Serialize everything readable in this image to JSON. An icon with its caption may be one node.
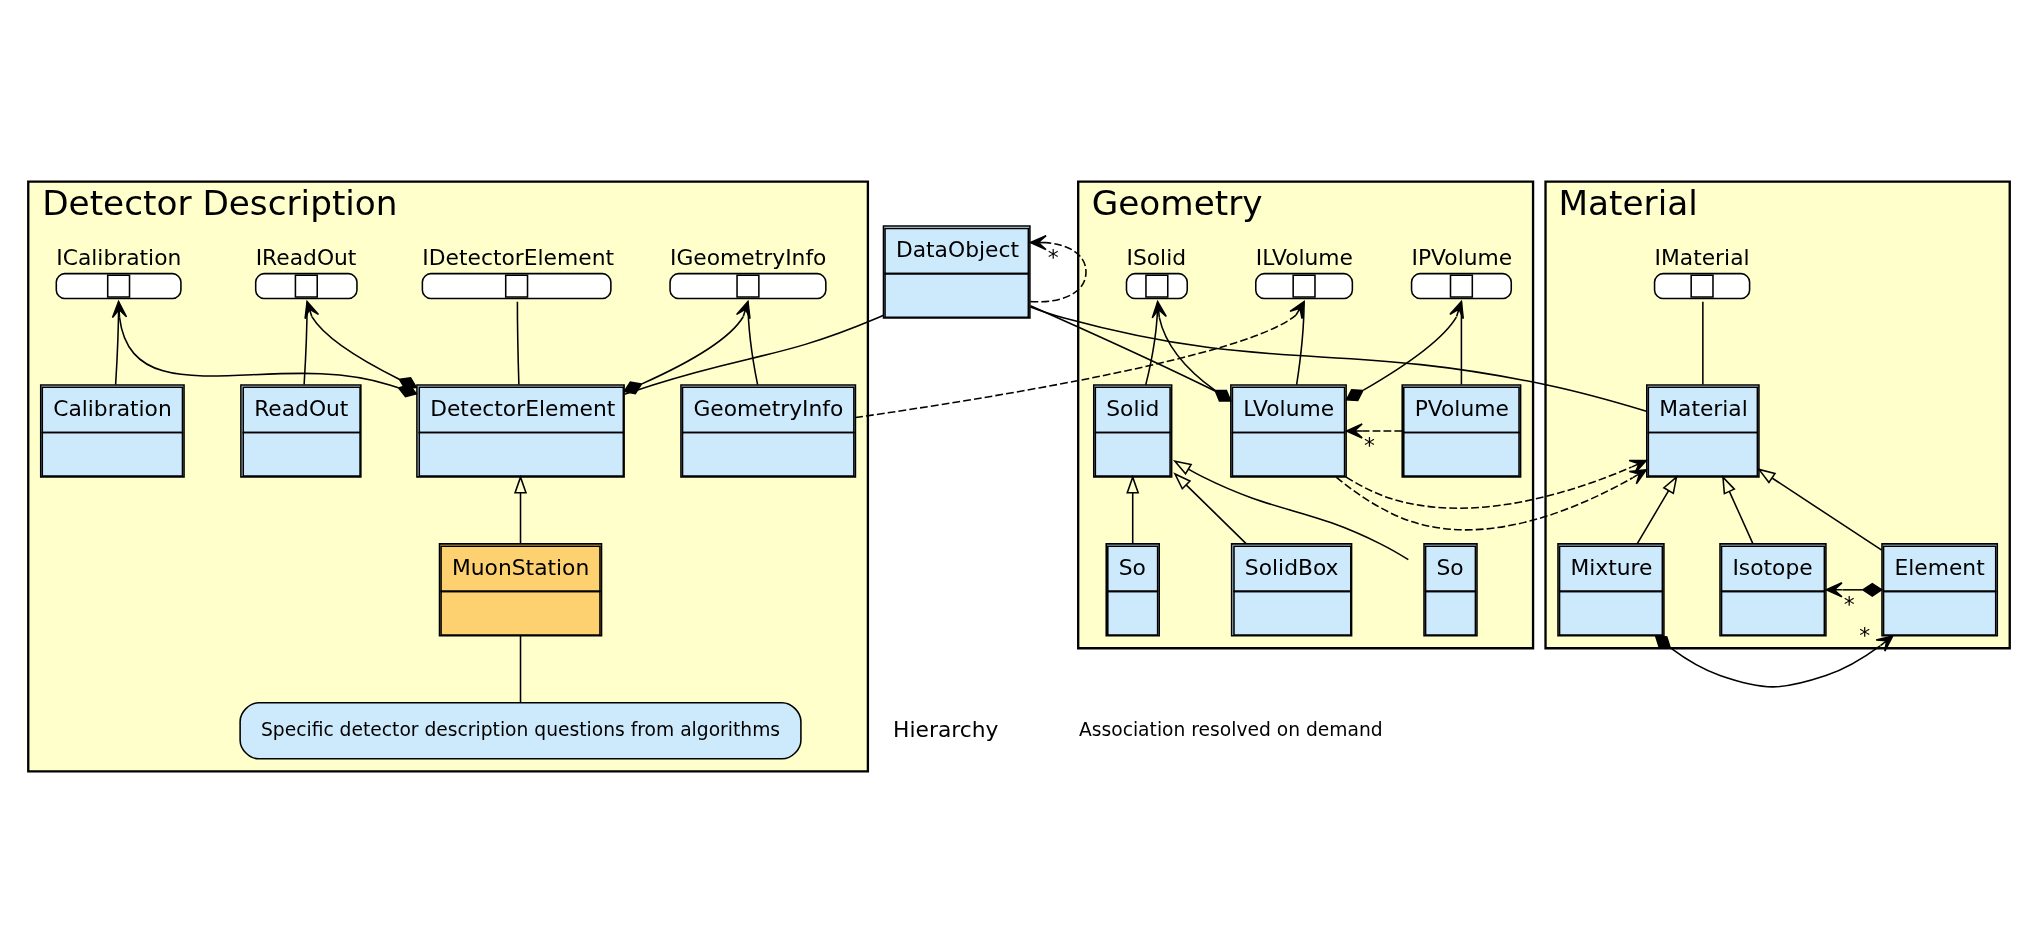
{
  "diagram": {
    "nodes": [
      {
        "text": [
          "DataObject"
        ]
      },
      {
        "text": [
          "Detector Description"
        ]
      },
      {
        "text": [
          "IDetectorElement"
        ],
        "in": 1
      },
      {
        "text": [
          "DetectorElement"
        ],
        "in": 1
      },
      {
        "text": [
          "IGeometryInfo"
        ],
        "in": 1
      },
      {
        "text": [
          "GeometryInfo"
        ],
        "in": 1
      },
      {
        "text": [
          "IReadOut"
        ],
        "in": 1
      },
      {
        "text": [
          "ReadOut"
        ],
        "in": 1
      },
      {
        "text": [
          "ICalibration"
        ],
        "in": 1
      },
      {
        "text": [
          "Calibration"
        ],
        "in": 1
      },
      {
        "text": [
          "MuonStation"
        ],
        "in": 1
      },
      {
        "text": [
          "Specific detector description questions from algorithms"
        ],
        "in": 1
      },
      {
        "text": [
          "Geometry"
        ]
      },
      {
        "text": [
          "ILVolume"
        ],
        "in": 12
      },
      {
        "text": [
          "LVolume"
        ],
        "in": 12
      },
      {
        "text": [
          "ISolid"
        ],
        "in": 12
      },
      {
        "text": [
          "IPVolume"
        ],
        "in": 12
      },
      {
        "text": [
          "Solid"
        ],
        "in": 12
      },
      {
        "text": [
          "PVolume"
        ],
        "in": 12
      },
      {
        "text": [
          "So"
        ],
        "in": 12
      },
      {
        "text": [
          "So"
        ],
        "in": 12
      },
      {
        "text": [
          "SolidBox"
        ],
        "in": 12
      },
      {
        "text": [
          "Material"
        ]
      },
      {
        "text": [
          "Material"
        ],
        "in": 22
      },
      {
        "text": [
          "IMaterial"
        ],
        "in": 22
      },
      {
        "text": [
          "Mixture"
        ],
        "in": 22
      },
      {
        "text": [
          "Element"
        ],
        "in": 22
      },
      {
        "text": [
          "Isotope"
        ],
        "in": 22
      }
    ],
    "edges": [
      {
        "from": 0,
        "to": 0,
        "arrow": "to",
        "style": "dashed",
        "label": "*"
      },
      {
        "from": 3,
        "to": 0,
        "arrow": "none"
      },
      {
        "from": 14,
        "to": 0,
        "arrow": "none"
      },
      {
        "from": 23,
        "to": 0,
        "arrow": "none"
      },
      {
        "from": 3,
        "to": 2,
        "arrow": "none"
      },
      {
        "from": 3,
        "to": 4,
        "arrow": "to"
      },
      {
        "from": 5,
        "to": 4,
        "arrow": "none"
      },
      {
        "from": 3,
        "to": 6,
        "arrow": "to"
      },
      {
        "from": 7,
        "to": 6,
        "arrow": "none"
      },
      {
        "from": 3,
        "to": 8,
        "arrow": "to"
      },
      {
        "from": 9,
        "to": 8,
        "arrow": "none"
      },
      {
        "from": 10,
        "to": 3,
        "arrow": "to"
      },
      {
        "from": 11,
        "to": 10,
        "arrow": "none"
      },
      {
        "from": 5,
        "to": 13,
        "arrow": "to",
        "style": "dashed"
      },
      {
        "from": 14,
        "to": 13,
        "arrow": "none"
      },
      {
        "from": 14,
        "to": 23,
        "arrow": "to",
        "style": "dashed"
      },
      {
        "from": 14,
        "to": 15,
        "arrow": "to"
      },
      {
        "from": 14,
        "to": 16,
        "arrow": "to"
      },
      {
        "from": 18,
        "to": 16,
        "arrow": "none"
      },
      {
        "from": 18,
        "to": 14,
        "arrow": "to",
        "style": "dashed",
        "label": "*"
      },
      {
        "from": 17,
        "to": 15,
        "arrow": "none"
      },
      {
        "from": 19,
        "to": 17,
        "arrow": "to"
      },
      {
        "from": 20,
        "to": 17,
        "arrow": "to"
      },
      {
        "from": 21,
        "to": 17,
        "arrow": "to"
      },
      {
        "from": 23,
        "to": 24,
        "arrow": "none"
      },
      {
        "from": 25,
        "to": 23,
        "arrow": "to"
      },
      {
        "from": 26,
        "to": 23,
        "arrow": "to"
      },
      {
        "from": 27,
        "to": 23,
        "arrow": "to"
      },
      {
        "from": 25,
        "to": 26,
        "arrow": "to",
        "label": "*"
      },
      {
        "from": 26,
        "to": 27,
        "arrow": "to",
        "label": "*"
      }
    ],
    "labels": [
      "Hierarchy"
    ],
    "legend": [
      {
        "text": "Association resolved on demand"
      }
    ]
  }
}
